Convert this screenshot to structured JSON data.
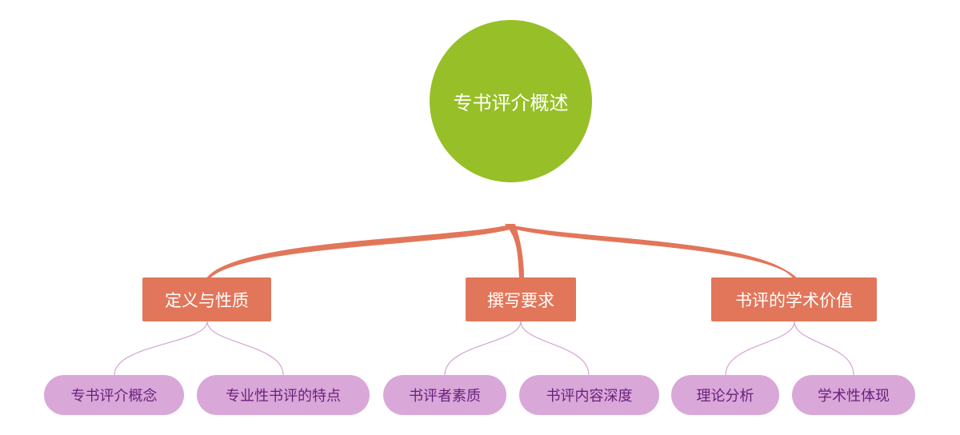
{
  "root": {
    "label": "专书评介概述"
  },
  "branches": [
    {
      "label": "定义与性质",
      "children": [
        {
          "label": "专书评介概念"
        },
        {
          "label": "专业性书评的特点"
        }
      ]
    },
    {
      "label": "撰写要求",
      "children": [
        {
          "label": "书评者素质"
        },
        {
          "label": "书评内容深度"
        }
      ]
    },
    {
      "label": "书评的学术价值",
      "children": [
        {
          "label": "理论分析"
        },
        {
          "label": "学术性体现"
        }
      ]
    }
  ],
  "colors": {
    "root": "#97bf27",
    "branch": "#e2765a",
    "leaf": "#d9a7d8",
    "leaf_text": "#6a1f7c",
    "leaf_link": "#d6a3d5"
  }
}
